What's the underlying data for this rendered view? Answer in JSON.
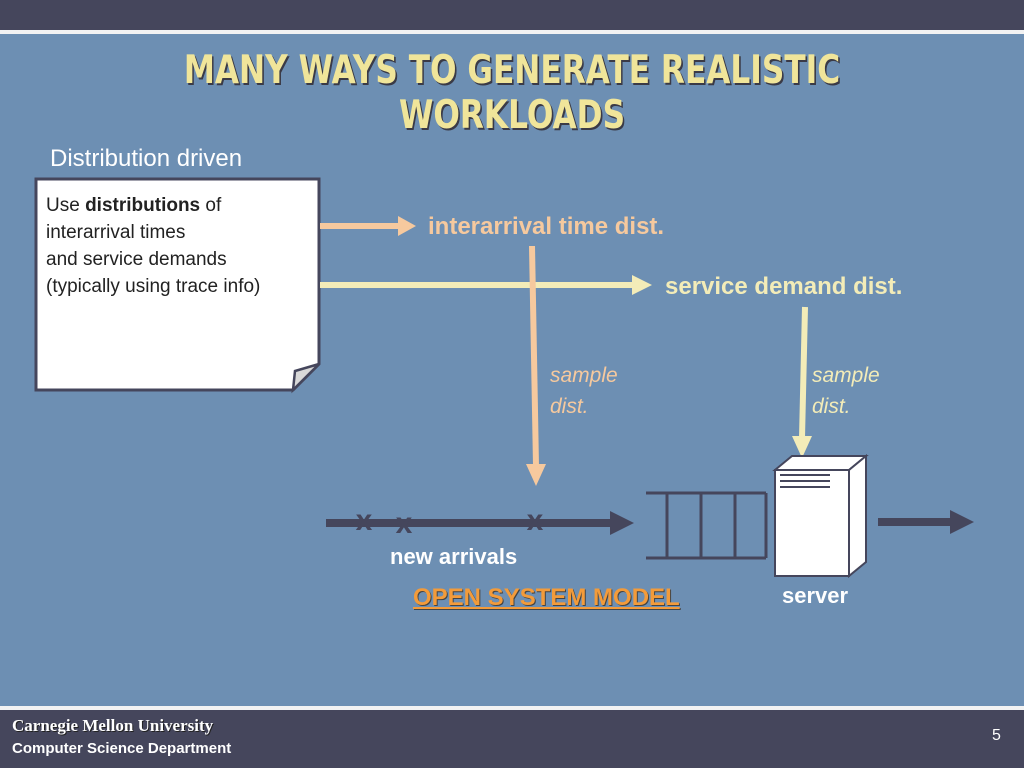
{
  "slide": {
    "title": "MANY WAYS TO GENERATE REALISTIC WORKLOADS",
    "page_number": "5"
  },
  "section": {
    "heading": "Distribution driven"
  },
  "note": {
    "prefix": "Use",
    "bold": "distributions",
    "suffix": "of",
    "line2": "interarrival times",
    "line3": "and service demands",
    "line4": "(typically using trace info)"
  },
  "diagram": {
    "interarrival_label": "interarrival time dist.",
    "service_label": "service demand dist.",
    "sample_left": "sample dist.",
    "sample_right": "sample dist.",
    "arrivals_marks": [
      "x",
      "x",
      "x"
    ],
    "new_arrivals_label": "new arrivals",
    "model_label": "OPEN SYSTEM MODEL",
    "server_label": "server"
  },
  "footer": {
    "university": "Carnegie Mellon University",
    "department": "Computer Science Department"
  },
  "colors": {
    "background": "#6d8fb3",
    "bar": "#45465c",
    "title": "#f0e59a",
    "orange_arrow": "#f6c99e",
    "yellow_arrow": "#f3ecb8",
    "model_label": "#f39b3a"
  }
}
